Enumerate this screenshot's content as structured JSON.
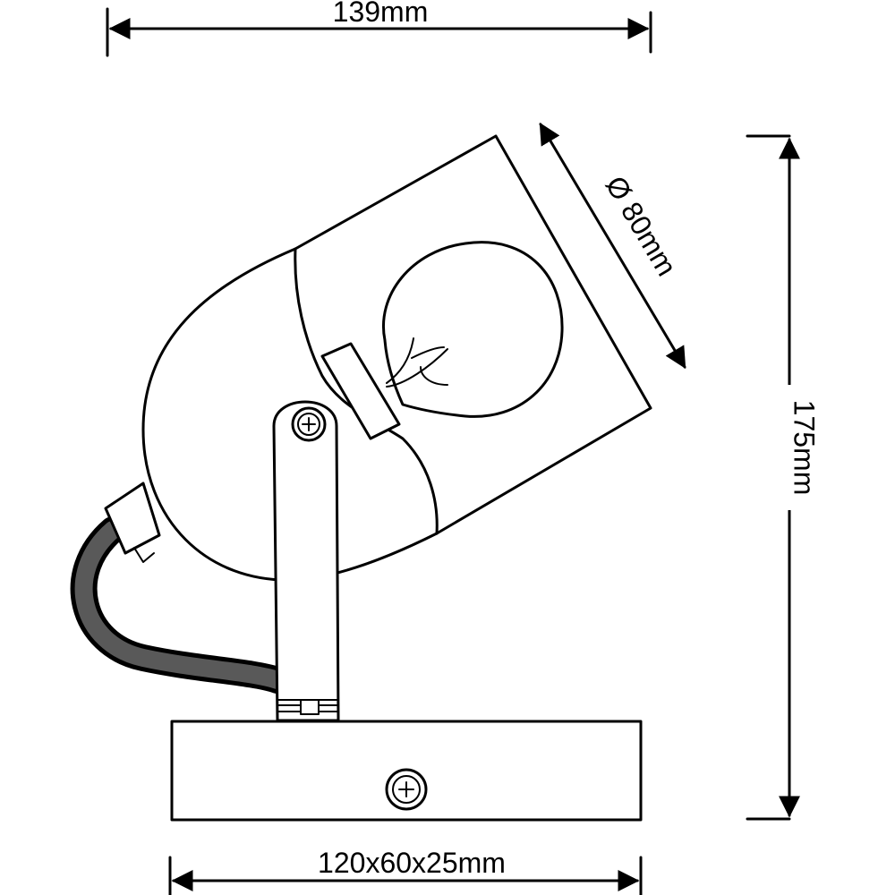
{
  "dimensions": {
    "width_top": "139mm",
    "height_right": "175mm",
    "diameter": "Ø 80mm",
    "base_bottom": "120x60x25mm"
  }
}
